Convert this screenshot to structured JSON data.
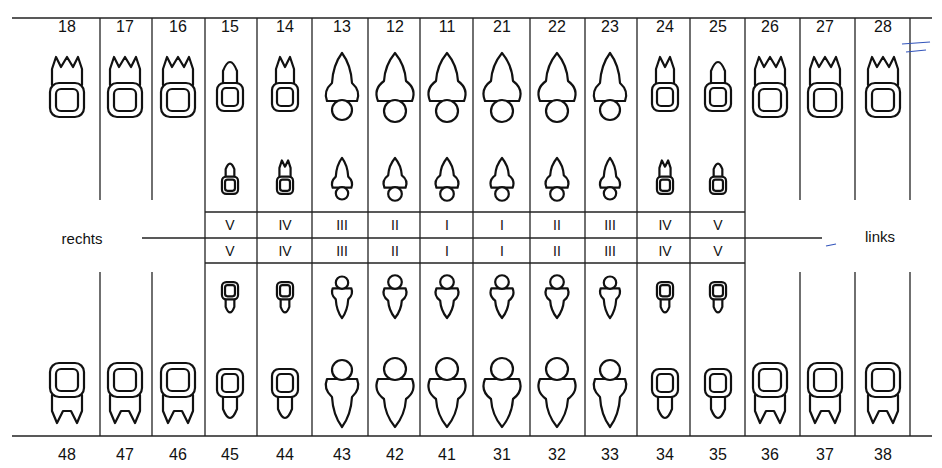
{
  "diagram": {
    "labels": [
      "18",
      "17",
      "16",
      "15",
      "14",
      "13",
      "12",
      "11",
      "21",
      "22",
      "23",
      "24",
      "25",
      "26",
      "27",
      "28",
      "V",
      "IV",
      "III",
      "II",
      "I",
      "I",
      "II",
      "III",
      "IV",
      "V",
      "rechts",
      "links",
      "V",
      "IV",
      "III",
      "II",
      "I",
      "I",
      "II",
      "III",
      "IV",
      "V",
      "48",
      "47",
      "46",
      "45",
      "44",
      "43",
      "42",
      "41",
      "31",
      "32",
      "33",
      "34",
      "35",
      "36",
      "37",
      "38"
    ]
  }
}
